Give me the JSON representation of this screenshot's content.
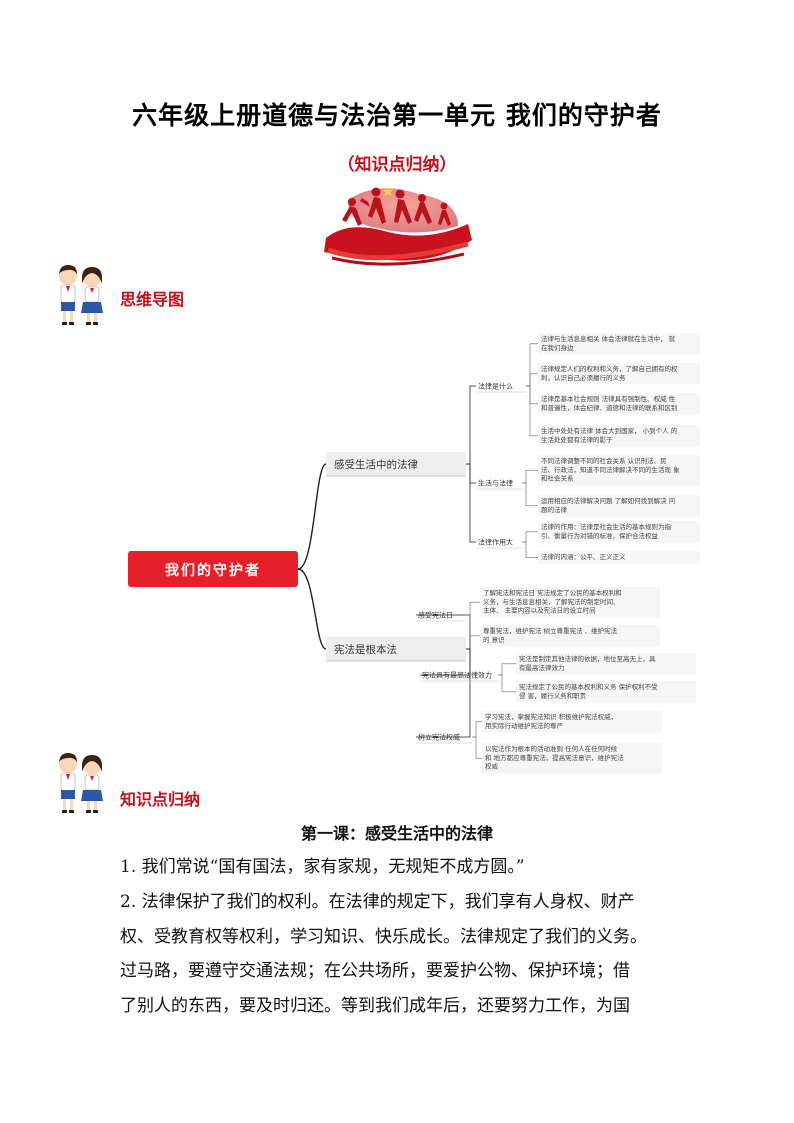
{
  "page": {
    "title": "六年级上册道德与法治第一单元  我们的守护者",
    "subtitle": "（知识点归纳）"
  },
  "sections": {
    "mindmap_heading": "思维导图",
    "points_heading": "知识点归纳"
  },
  "mindmap": {
    "root": "我们的守护者",
    "branches": [
      {
        "label": "感受生活中的法律",
        "children": [
          {
            "label": "法律是什么",
            "leaves": [
              [
                "法律与生活息息相关 体会法律就在生活中，  就",
                "在我们身边"
              ],
              [
                "法律规定人们的权利和义务，了解自己拥有的权",
                "利，认识自己必须履行的义务"
              ],
              [
                "法律是基本社会规则 法律具有强制性、权威 性",
                "和普遍性，体会纪律、道德和法律的联系和区别"
              ],
              [
                "生活中处处有法律 体会大到国家，  小到个人 的",
                "生活处处都有法律的影子"
              ]
            ]
          },
          {
            "label": "生活与法律",
            "leaves": [
              [
                "不同法律调整不同的社会关系 认识刑法、民",
                "法、行政法，知道不同法律解决不同的生活现 象",
                "和社会关系"
              ],
              [
                "运用相应的法律解决问题 了解如何找到解决 问",
                "题的法律"
              ]
            ]
          },
          {
            "label": "法律作用大",
            "leaves": [
              [
                "法律的作用：法律是社会生活的基本规则为指",
                "引、衡量行为对错的标准，保护合法权益"
              ],
              [
                "法律的内涵：公平、正义正义"
              ]
            ]
          }
        ]
      },
      {
        "label": "宪法是根本法",
        "children": [
          {
            "label": "感受宪法日",
            "leaves": [
              [
                "了解宪法和宪法日 宪法规定了公民的基本权利和",
                "义务，与生活息息相关，了解宪法的制定时间、",
                "主体、 主要内容以及宪法日的设立时间"
              ],
              [
                "尊重宪法，维护宪法 树立尊重宪法 、维护宪法",
                "的 意识"
              ]
            ]
          },
          {
            "label": "宪法具有最高法律效力",
            "leaves": [
              [
                "宪法是制定其他法律的依据，地位至高无上，具",
                "有最高法律效力"
              ],
              [
                "宪法规定了公民的基本权利和义务 保护权利不受",
                "侵 害，履行义务和职责"
              ]
            ]
          },
          {
            "label": "树立宪法权威",
            "leaves": [
              [
                "学习宪法，掌握宪法知识 积极维护宪法权威，",
                "用实际行动维护宪法的尊严"
              ],
              [
                "以宪法作为根本的活动准则 任何人在任何时候",
                "和 地方都应尊重宪法，提高宪法意识，维护宪法",
                "权威"
              ]
            ]
          }
        ]
      }
    ]
  },
  "content": {
    "lesson_title": "第一课：感受生活中的法律",
    "paragraphs": [
      [
        "1. 我们常说“国有国法，家有家规，无规矩不成方圆。”"
      ],
      [
        "2. 法律保护了我们的权利。在法律的规定下，我们享有人身权、财产",
        "权、受教育权等权利，学习知识、快乐成长。法律规定了我们的义务。",
        "过马路，要遵守交通法规；在公共场所，要爱护公物、保护环境；借",
        "了别人的东西，要及时归还。等到我们成年后，还要努力工作，为国"
      ]
    ]
  },
  "colors": {
    "accent_red": "#c0121e",
    "root_red": "#e5202a",
    "node_gray": "#eeeeee",
    "line_dark": "#222222"
  },
  "icons": [
    "kids-illustration-icon",
    "sports-banner-illustration"
  ]
}
